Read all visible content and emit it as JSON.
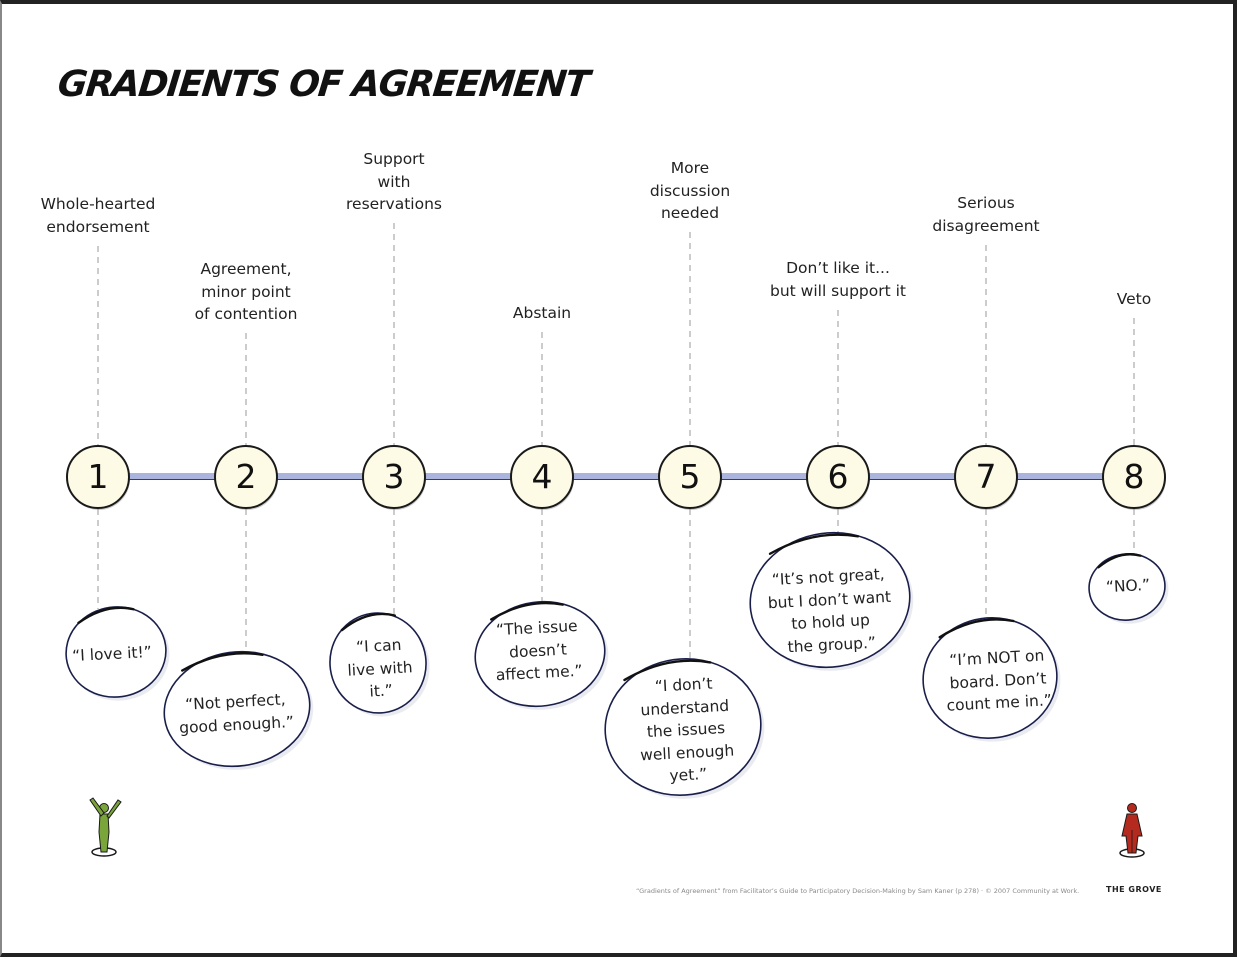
{
  "title": "GRADIENTS OF AGREEMENT",
  "colors": {
    "line": "#aab4dd",
    "line_shadow": "#2d3a8c",
    "circle_fill": "#fdfbe6",
    "circle_stroke": "#1a1a1a",
    "bubble_stroke": "#1a1f4a",
    "agree_figure": "#7aa53a",
    "veto_figure": "#b52a1e"
  },
  "steps": [
    {
      "number": "1",
      "label": "Whole-hearted\nendorsement",
      "quote": "“I love it!”"
    },
    {
      "number": "2",
      "label": "Agreement,\nminor point\nof contention",
      "quote": "“Not perfect,\ngood enough.”"
    },
    {
      "number": "3",
      "label": "Support\nwith\nreservations",
      "quote": "“I can\nlive with\nit.”"
    },
    {
      "number": "4",
      "label": "Abstain",
      "quote": "“The issue\ndoesn’t\naffect me.”"
    },
    {
      "number": "5",
      "label": "More\ndiscussion\nneeded",
      "quote": "“I don’t\nunderstand\nthe issues\nwell enough\nyet.”"
    },
    {
      "number": "6",
      "label": "Don’t like it...\nbut will support it",
      "quote": "“It’s not great,\nbut I don’t want\nto hold up\nthe group.”"
    },
    {
      "number": "7",
      "label": "Serious\ndisagreement",
      "quote": "“I’m NOT on\nboard. Don’t\ncount me in.”"
    },
    {
      "number": "8",
      "label": "Veto",
      "quote": "“NO.”"
    }
  ],
  "icons": {
    "left_figure": "person-arms-raised-icon",
    "right_figure": "person-standing-icon"
  },
  "footer": {
    "credit": "“Gradients of Agreement” from Facilitator’s Guide to Participatory Decision-Making by Sam Kaner (p 278) · © 2007 Community at Work.",
    "brand": "THE GROVE"
  }
}
